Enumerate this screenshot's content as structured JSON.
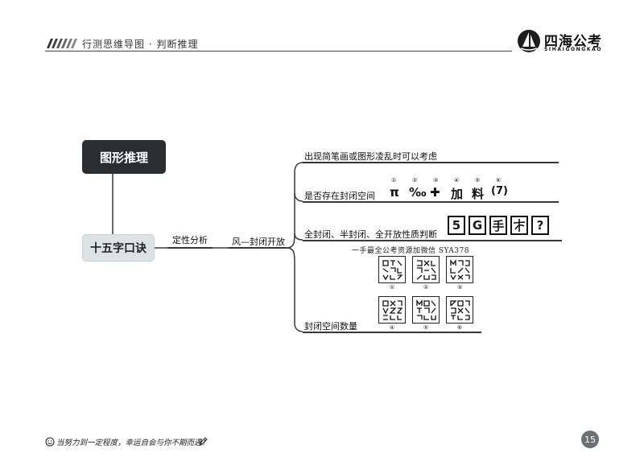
{
  "header": {
    "title": "行测思维导图 · 判断推理",
    "logo_text": "四海公考",
    "logo_sub": "SIHAIGONGKAO"
  },
  "mindmap": {
    "root": "图形推理",
    "formula": "十五字口诀",
    "branch": "定性分析",
    "sub_branch": "风—封闭开放",
    "leaves": [
      "出现简笔画或图形凌乱时可以考虑",
      "是否存在封闭空间",
      "全封闭、半封闭、全开放性质判断",
      "封闭空间数量"
    ]
  },
  "example_symbols": {
    "numbers": [
      "①",
      "②",
      "③",
      "④",
      "⑤",
      "⑥"
    ],
    "glyphs": [
      "π",
      "‰",
      "✚",
      "加",
      "料",
      "(7)"
    ]
  },
  "example_boxes": [
    "5",
    "G",
    "手",
    "",
    "?"
  ],
  "watermark": "一手最全公考资源加微信 SYA378",
  "puzzle": {
    "labels": [
      "①",
      "②",
      "③",
      "④",
      "⑤",
      "⑥"
    ]
  },
  "footer": {
    "motto": "当努力到一定程度，幸运自会与你不期而遇！",
    "page_number": "15"
  }
}
